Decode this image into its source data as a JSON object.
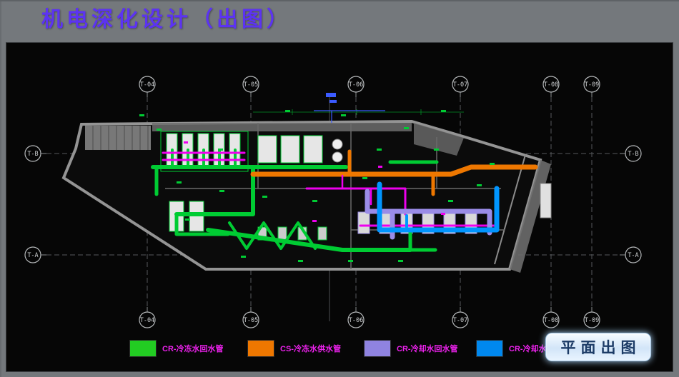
{
  "header": {
    "title": "机电深化设计（出图）"
  },
  "drawing": {
    "grid_columns": [
      "T-04",
      "T-05",
      "T-06",
      "T-07",
      "T-08",
      "T-09"
    ],
    "grid_rows": [
      "T-B",
      "T-A"
    ]
  },
  "legend": {
    "items": [
      {
        "label": "CR-冷冻水回水管",
        "color": "#22cc22"
      },
      {
        "label": "CS-冷冻水供水管",
        "color": "#ee7700"
      },
      {
        "label": "CR-冷却水回水管",
        "color": "#8f83e0"
      },
      {
        "label": "CR-冷却水供水管",
        "color": "#0088ee"
      }
    ],
    "label_color": "#ee22ee"
  },
  "action_button": {
    "label": "平面出图"
  },
  "colors": {
    "title": "#5c33f2",
    "pipe_green": "#00cc33",
    "pipe_orange": "#ee7700",
    "pipe_magenta": "#ee00ee",
    "pipe_purple": "#9a8ce8",
    "pipe_blue": "#0095ff",
    "canvas_background": "#060606",
    "frame_background": "#74787c"
  }
}
